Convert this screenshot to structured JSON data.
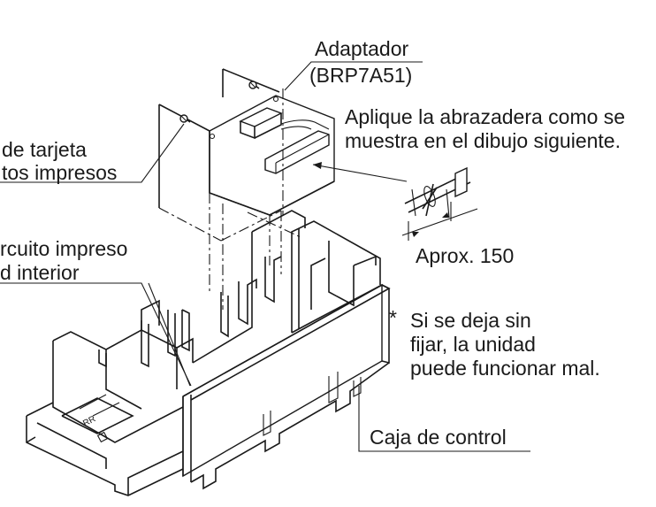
{
  "labels": {
    "adapter_name": "Adaptador",
    "adapter_model": "(BRP7A51)",
    "clamp_line1": "Aplique la abrazadera como se",
    "clamp_line2": "muestra en el dibujo siguiente.",
    "card_line1": "de tarjeta",
    "card_line2": "tos impresos",
    "circuit_line1": "rcuito impreso",
    "circuit_line2": "d interior",
    "dimension": "Aprox. 150",
    "note_mark": "*",
    "note_line1": "Si se deja sin",
    "note_line2": "fijar, la unidad",
    "note_line3": "puede funcionar mal.",
    "control_box": "Caja de control"
  },
  "board_marks": "RR"
}
